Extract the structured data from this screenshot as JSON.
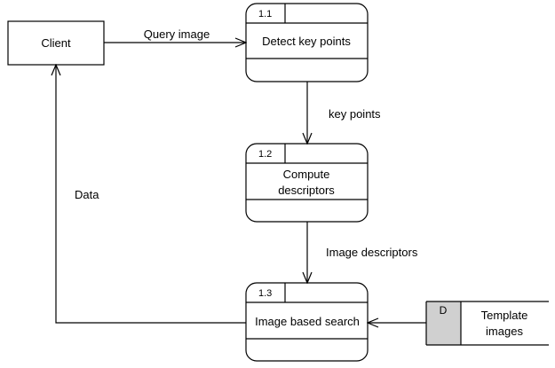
{
  "entity": {
    "label": "Client"
  },
  "processes": [
    {
      "id": "1.1",
      "lines": [
        "Detect key points"
      ]
    },
    {
      "id": "1.2",
      "lines": [
        "Compute",
        "descriptors"
      ]
    },
    {
      "id": "1.3",
      "lines": [
        "Image based search"
      ]
    }
  ],
  "datastore": {
    "id": "D",
    "lines": [
      "Template",
      "images"
    ]
  },
  "flows": {
    "query": "Query image",
    "keypoints": "key points",
    "descriptors": "Image descriptors",
    "data": "Data"
  },
  "colors": {
    "stroke": "#000000",
    "store_id_fill": "#d0d0d0"
  }
}
